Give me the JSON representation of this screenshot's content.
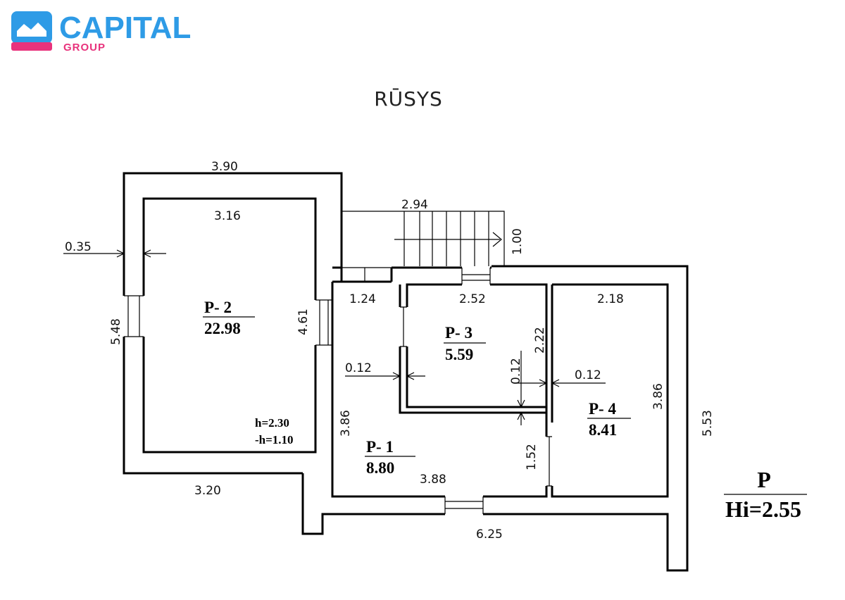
{
  "logo": {
    "name": "CAPITAL",
    "sub": "GROUP",
    "color_blue": "#2e9be6",
    "color_pink": "#e8327c"
  },
  "title": "RŪSYS",
  "rooms": [
    {
      "id": "P-2",
      "label": "P- 2",
      "area": "22.98"
    },
    {
      "id": "P-3",
      "label": "P- 3",
      "area": "5.59"
    },
    {
      "id": "P-1",
      "label": "P- 1",
      "area": "8.80"
    },
    {
      "id": "P-4",
      "label": "P- 4",
      "area": "8.41"
    }
  ],
  "notes": {
    "h": "h=2.30",
    "minus_h": "-h=1.10"
  },
  "legend": {
    "letter": "P",
    "hi": "Hi=2.55"
  },
  "dimensions": {
    "d390": "3.90",
    "d316": "3.16",
    "d294": "2.94",
    "d100": "1.00",
    "d035": "0.35",
    "d548": "5.48",
    "d461": "4.61",
    "d124": "1.24",
    "d252": "2.52",
    "d218": "2.18",
    "d222": "2.22",
    "d012a": "0.12",
    "d012b": "0.12",
    "d012c": "0.12",
    "d386a": "3.86",
    "d386b": "3.86",
    "d553": "5.53",
    "d152": "1.52",
    "d388": "3.88",
    "d320": "3.20",
    "d625": "6.25"
  }
}
